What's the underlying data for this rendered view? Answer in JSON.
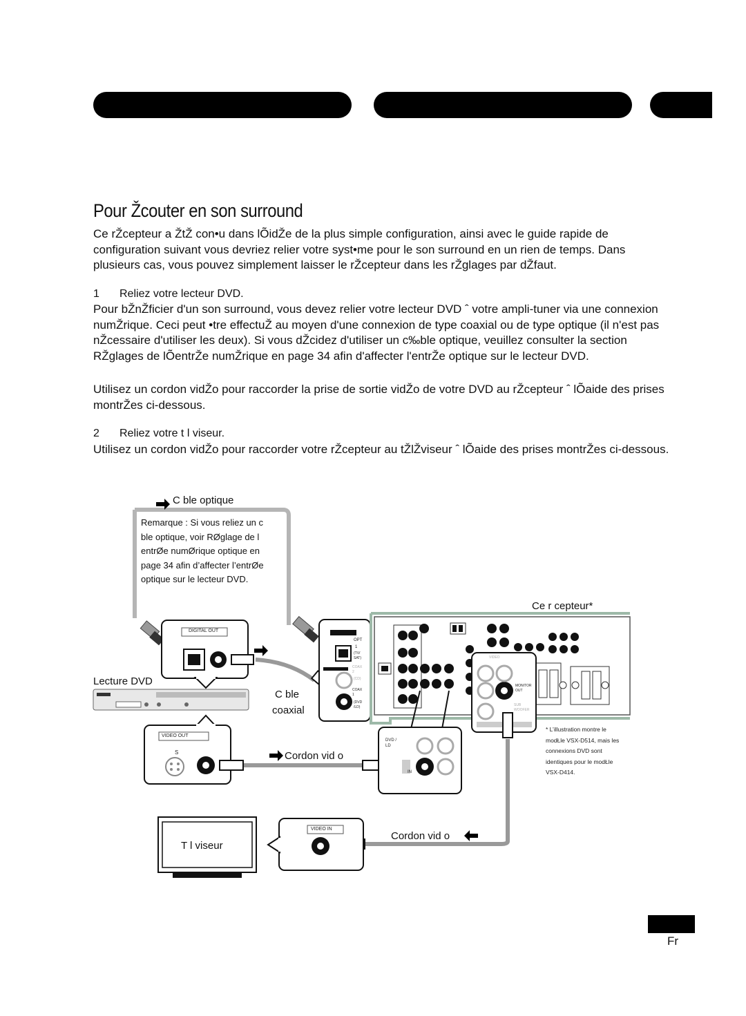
{
  "page": {
    "title": "Pour Žcouter en son surround",
    "intro": "Ce rŽcepteur a ŽtŽ con•u dans lÕidŽe de la plus simple configuration, ainsi avec le guide rapide de configuration suivant vous devriez relier votre syst•me pour le son surround en un rien de temps. Dans plusieurs cas, vous pouvez simplement laisser le rŽcepteur dans les rŽglages par dŽfaut.",
    "step1": {
      "number": "1",
      "heading": "Reliez votre lecteur DVD."
    },
    "step1_p1": "Pour bŽnŽficier d'un son surround, vous devez relier votre lecteur DVD ˆ votre ampli-tuner via une connexion numŽrique. Ceci peut •tre effectuŽ au moyen d'une connexion de type coaxial ou de type optique (il n'est pas nŽcessaire d'utiliser les deux). Si vous dŽcidez d'utiliser un c‰ble optique, veuillez consulter la section RŽglages de lÕentrŽe numŽrique en page 34 afin d'affecter l'entrŽe optique sur le lecteur DVD.",
    "step1_p2": "Utilisez un cordon vidŽo pour raccorder la prise de sortie vidŽo de votre DVD au rŽcepteur ˆ lÕaide des prises montrŽes ci-dessous.",
    "step2": {
      "number": "2",
      "heading": "Reliez votre t l viseur."
    },
    "step2_p1": "Utilisez un cordon vidŽo pour raccorder votre rŽcepteur au tŽlŽviseur ˆ lÕaide des prises montrŽes ci-dessous."
  },
  "diagram": {
    "cable_optique": "C ble optique",
    "remarque": "Remarque : Si vous reliez un c ble optique, voir RØglage de l entrØe numØrique optique   en page 34 afin d’affecter l’entrØe optique sur le lecteur  DVD.",
    "ce_recepteur": "Ce r cepteur*",
    "lecture_dvd": "Lecture DVD",
    "cable_coaxial_1": "C ble",
    "cable_coaxial_2": "coaxial",
    "cordon_video_1": "Cordon vid o",
    "cordon_video_2": "Cordon vid o",
    "televiseur": "T l viseur",
    "footnote": "* L’illustration montre le modŁle VSX-D514, mais les connexions DVD sont identiques pour le modŁle VSX-D414.",
    "jack_labels": {
      "digital_out": "DIGITAL OUT",
      "video_out": "VIDEO OUT",
      "video_in": "VIDEO IN",
      "s": "S",
      "opt": "OPT",
      "opt_1": "1",
      "opt_tv": "(TV/ SAT)",
      "coax2": "COAX 2",
      "coax2_cd": "(CD)",
      "coax1": "COAX 1",
      "coax1_dvd": "(DVD /LD)",
      "dvd_ld": "DVD / LD",
      "in": "IN",
      "video": "VIDEO",
      "sub_woofer": "SUB WOOFER",
      "monitor": "MONITOR OUT"
    }
  },
  "footer": {
    "lang": "Fr"
  }
}
